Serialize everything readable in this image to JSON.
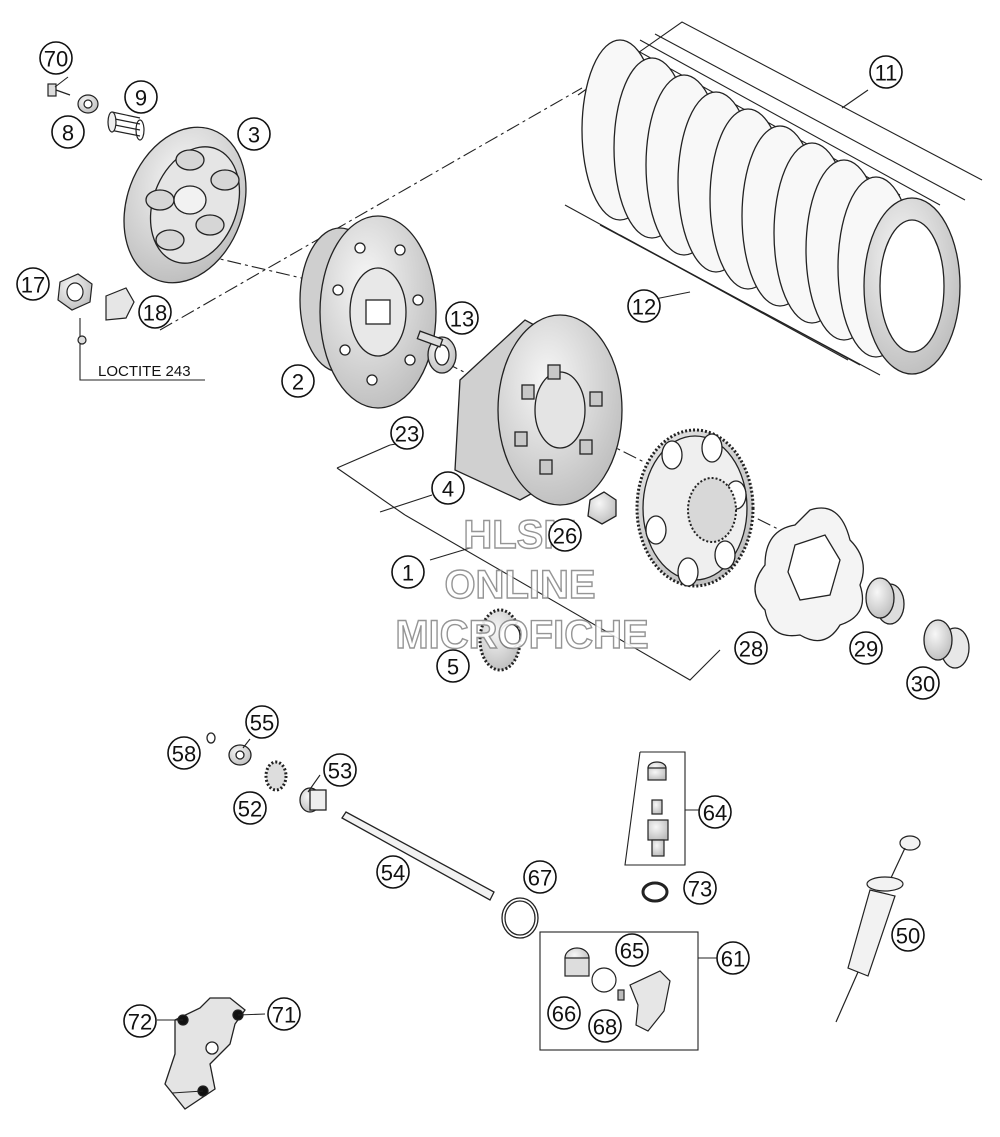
{
  "diagram": {
    "callouts": [
      "70",
      "8",
      "9",
      "3",
      "17",
      "18",
      "2",
      "13",
      "11",
      "12",
      "23",
      "4",
      "1",
      "26",
      "5",
      "28",
      "29",
      "30",
      "55",
      "58",
      "53",
      "52",
      "54",
      "64",
      "73",
      "67",
      "61",
      "65",
      "66",
      "68",
      "50",
      "72",
      "71"
    ],
    "note": "LOCTITE 243",
    "watermark": [
      "HLSM",
      "ONLINE",
      "MICROFICHE"
    ]
  }
}
